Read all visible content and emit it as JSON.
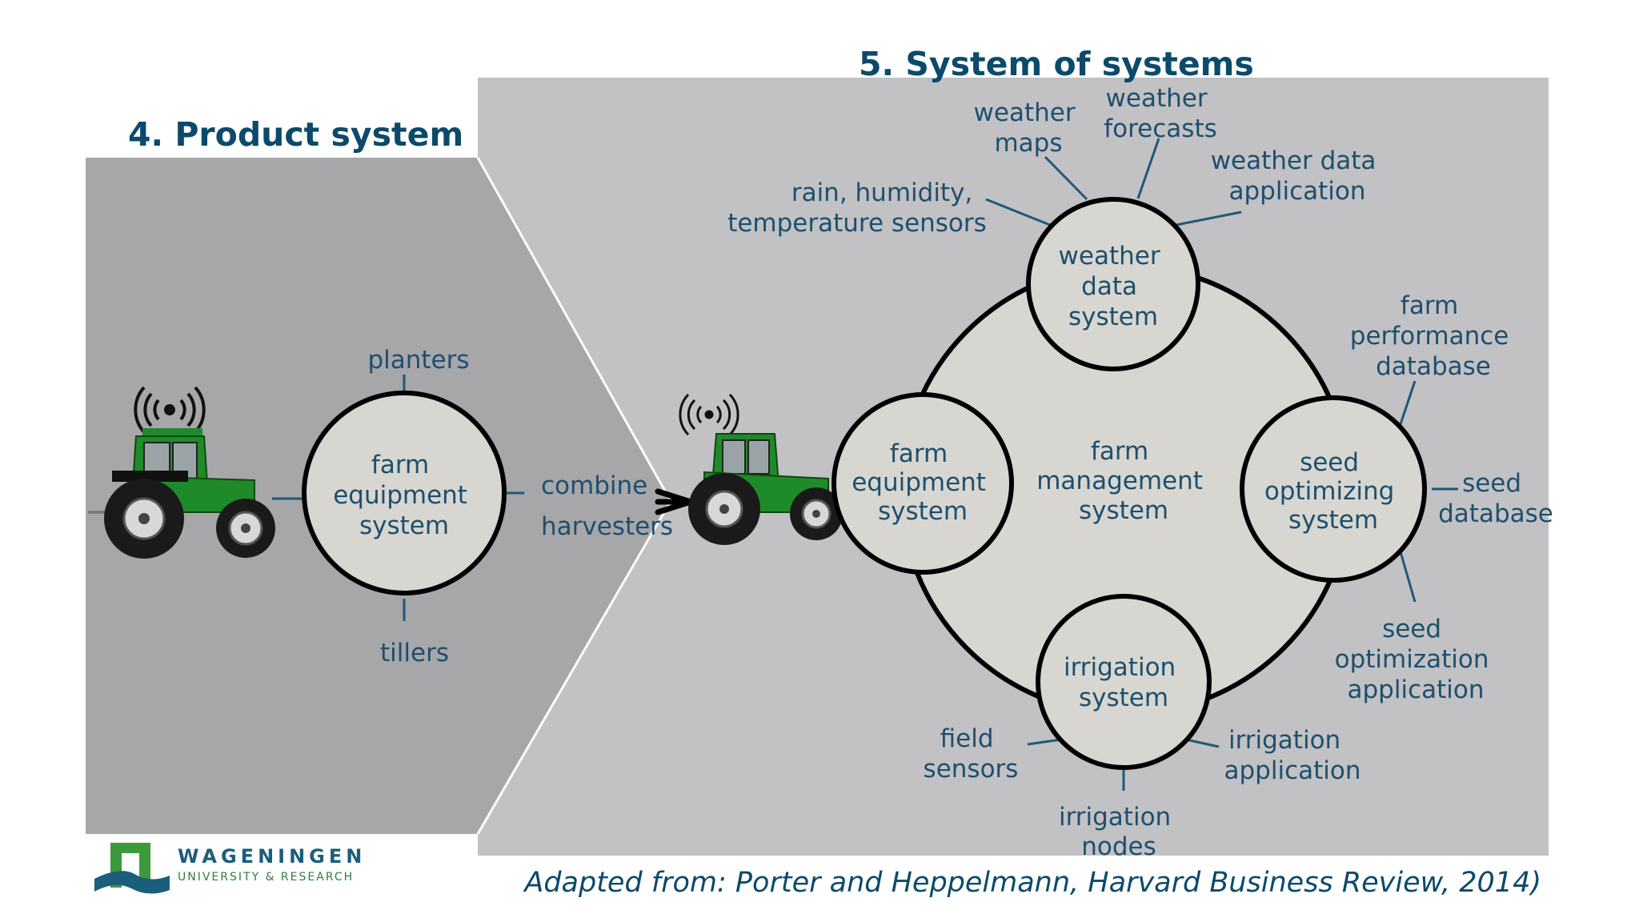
{
  "product_system": {
    "title": "4. Product system",
    "center": [
      "farm",
      "equipment",
      "system"
    ],
    "labels": {
      "top": "planters",
      "right": [
        "combine",
        "harvesters"
      ],
      "bottom": "tillers"
    }
  },
  "system_of_systems": {
    "title": "5. System of systems",
    "center": [
      "farm",
      "management",
      "system"
    ],
    "weather": {
      "node": [
        "weather",
        "data",
        "system"
      ],
      "sensors": [
        "rain, humidity,",
        "temperature sensors"
      ],
      "maps": [
        "weather",
        "maps"
      ],
      "forecasts": [
        "weather",
        "forecasts"
      ],
      "application": [
        "weather data",
        "application"
      ]
    },
    "equipment": {
      "node": [
        "farm",
        "equipment",
        "system"
      ]
    },
    "seed": {
      "node": [
        "seed",
        "optimizing",
        "system"
      ],
      "performance_db": [
        "farm",
        "performance",
        "database"
      ],
      "database": [
        "seed",
        "database"
      ],
      "application": [
        "seed",
        "optimization",
        "application"
      ]
    },
    "irrigation": {
      "node": [
        "irrigation",
        "system"
      ],
      "field_sensors": [
        "field",
        "sensors"
      ],
      "nodes": [
        "irrigation",
        "nodes"
      ],
      "application": [
        "irrigation",
        "application"
      ]
    }
  },
  "logo": {
    "name": "WAGENINGEN",
    "sub": "UNIVERSITY & RESEARCH"
  },
  "citation": "Adapted from: Porter and Heppelmann, Harvard Business Review, 2014)",
  "colors": {
    "left_panel": "#a7a6a8",
    "right_panel": "#c2c1c4",
    "circle_fill": "#d8d6d0",
    "text": "#1d4f6e",
    "title": "#0b4a6b",
    "tractor_body": "#1f8a2a"
  },
  "icons": [
    "tractor-icon",
    "wireless-signal-icon",
    "arrow-right-icon"
  ]
}
